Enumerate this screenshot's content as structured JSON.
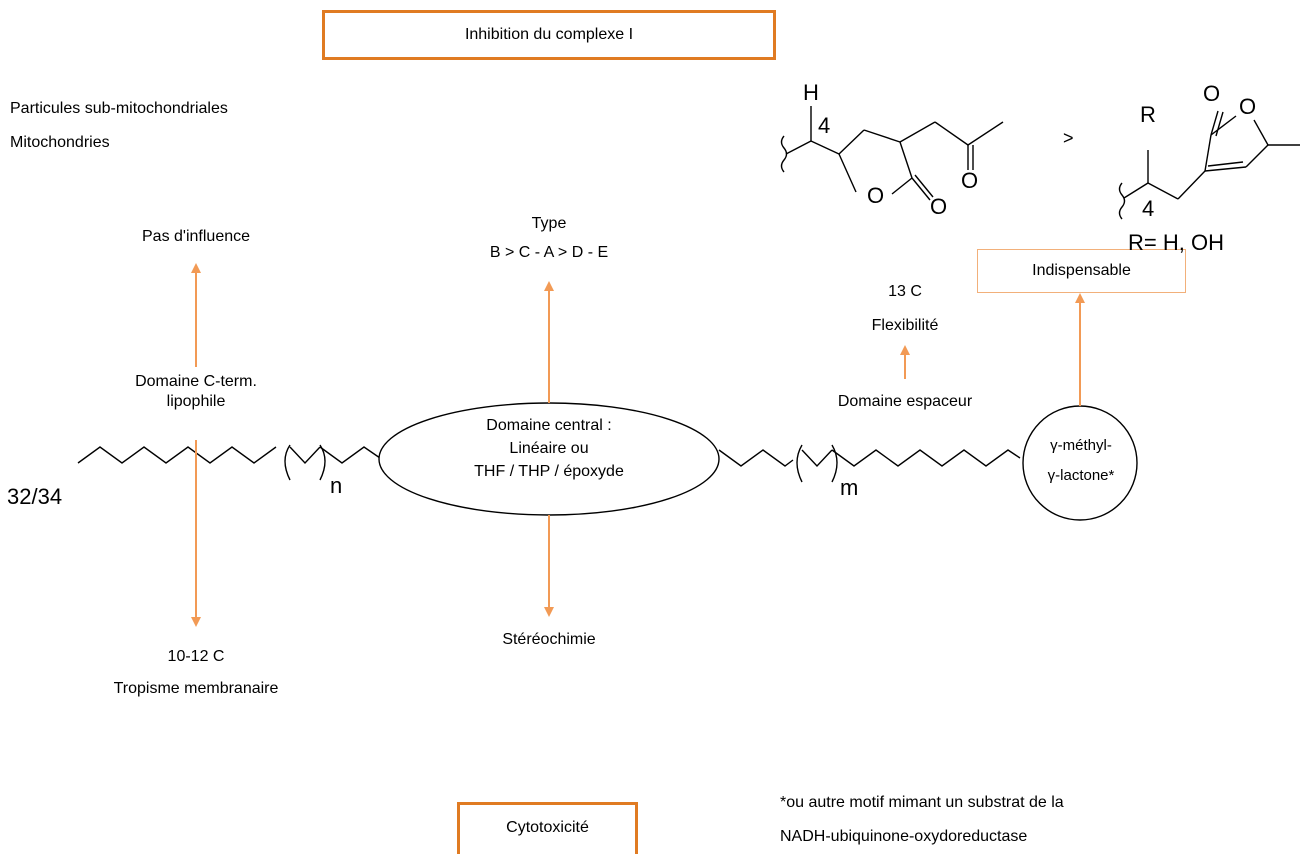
{
  "title_box": "Inhibition du complexe I",
  "left_notes": [
    "Particules sub-mitochondriales",
    "Mitochondries"
  ],
  "c_terminal": {
    "top": "Pas d'influence",
    "label_line1": "Domaine C-term.",
    "label_line2": "lipophile",
    "bottom_line1": "10-12 C",
    "bottom_line2": "Tropisme membranaire",
    "chain_count": "32/34",
    "repeat_n": "n"
  },
  "central": {
    "type_line1": "Type",
    "type_line2": "B > C - A > D - E",
    "line1": "Domaine central :",
    "line2": "Linéaire ou",
    "line3": "THF / THP / époxyde",
    "bottom": "Stéréochimie"
  },
  "spacer": {
    "top_line1": "13 C",
    "top_line2": "Flexibilité",
    "label": "Domaine espaceur",
    "repeat_m": "m"
  },
  "lactone": {
    "line1": "γ-méthyl-",
    "line2": "γ-lactone*",
    "box": "Indispensable"
  },
  "structures": {
    "h_label": "H",
    "four_a": "4",
    "o_ring_a": "O",
    "o_carbonyl_a": "O",
    "o_ketone": "O",
    "greater": ">",
    "r_label": "R",
    "four_b": "4",
    "o_carbonyl_b": "O",
    "o_ring_b": "O",
    "r_values": "R= H, OH"
  },
  "footnote_line1": "*ou autre motif mimant un substrat de la",
  "footnote_line2": "NADH-ubiquinone-oxydoreductase",
  "cyto_box": "Cytotoxicité",
  "colors": {
    "accent": "#e07b22",
    "arrow": "#f29a55"
  }
}
